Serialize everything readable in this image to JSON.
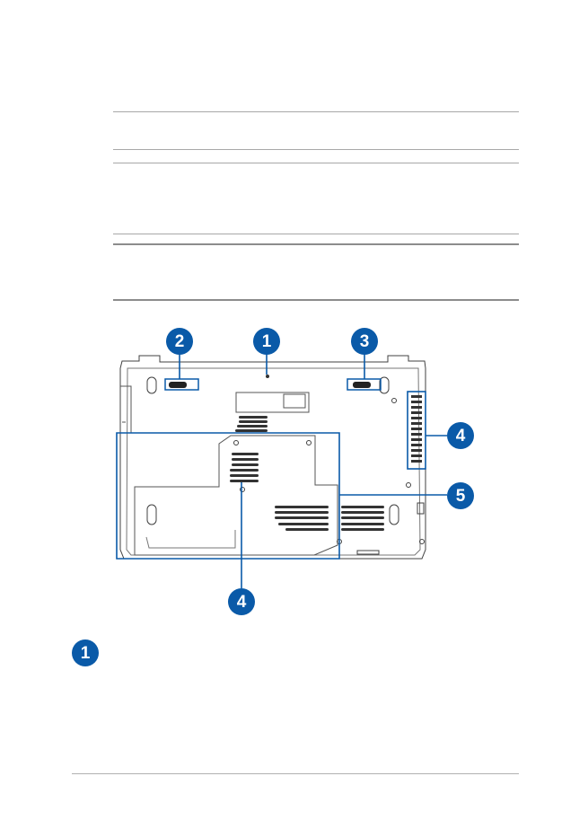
{
  "figure": {
    "callouts": [
      {
        "number": "1",
        "target": "service-panel-area"
      },
      {
        "number": "2",
        "target": "battery-lock-left"
      },
      {
        "number": "3",
        "target": "battery-lock-right"
      },
      {
        "number": "4",
        "target": "air-vents-side"
      },
      {
        "number": "5",
        "target": "bay-compartment"
      },
      {
        "number": "4",
        "target": "air-vents-panel"
      }
    ]
  },
  "legend": {
    "badge_number": "1"
  },
  "colors": {
    "callout": "#0a5aa8",
    "rule": "#a8a8a8",
    "outline": "#404040"
  }
}
